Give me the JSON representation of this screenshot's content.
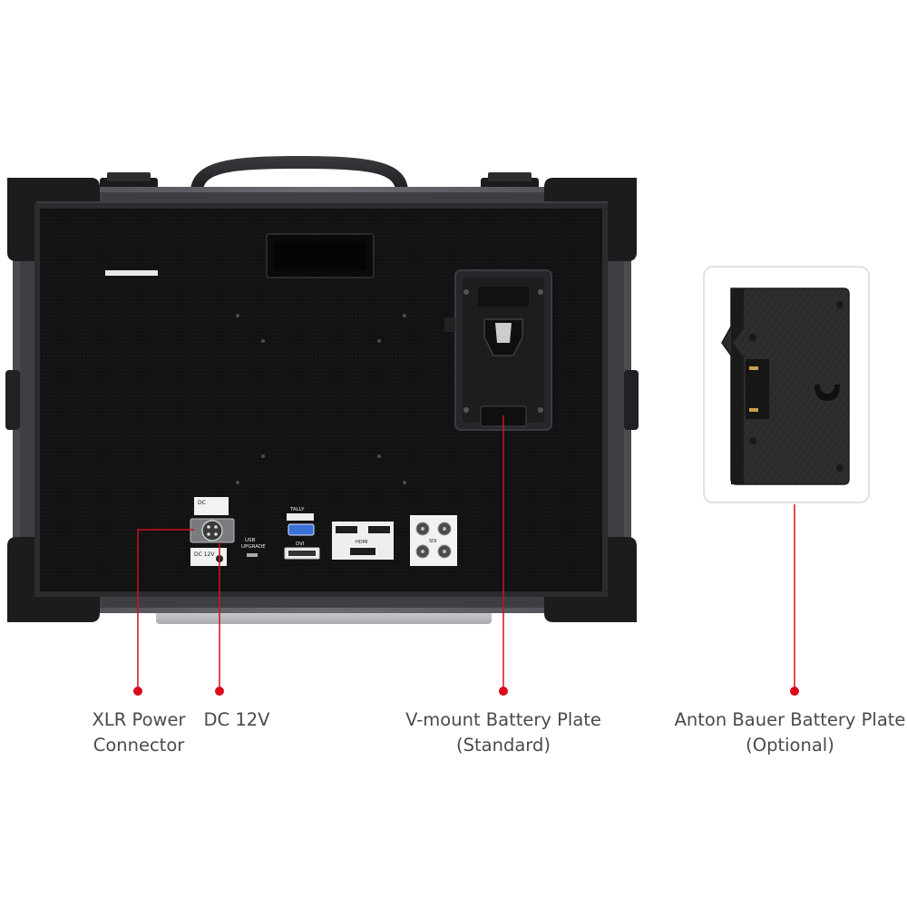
{
  "colors": {
    "callout_line": "#d0101e",
    "callout_dot": "#d90b1c",
    "chassis": "#2a2a2c",
    "frame": "#5f6166",
    "corner": "#1d1d1f",
    "panel": "#111213",
    "label_text": "#4a4a4a"
  },
  "ports": {
    "power_dc": "DC\n12V",
    "usb": "USB\nUPGRADE",
    "tally": "TALLY",
    "dvi": "DVI",
    "hdmi": "HDMI",
    "sdi": "SDI",
    "dc12v": "DC 12V"
  },
  "callouts": [
    {
      "id": "xlr",
      "lines": [
        "XLR Power",
        "Connector"
      ]
    },
    {
      "id": "dc12v",
      "lines": [
        "DC 12V"
      ]
    },
    {
      "id": "vmount",
      "lines": [
        "V-mount Battery Plate",
        "(Standard)"
      ]
    },
    {
      "id": "anton",
      "lines": [
        "Anton Bauer Battery Plate",
        "(Optional)"
      ]
    }
  ]
}
